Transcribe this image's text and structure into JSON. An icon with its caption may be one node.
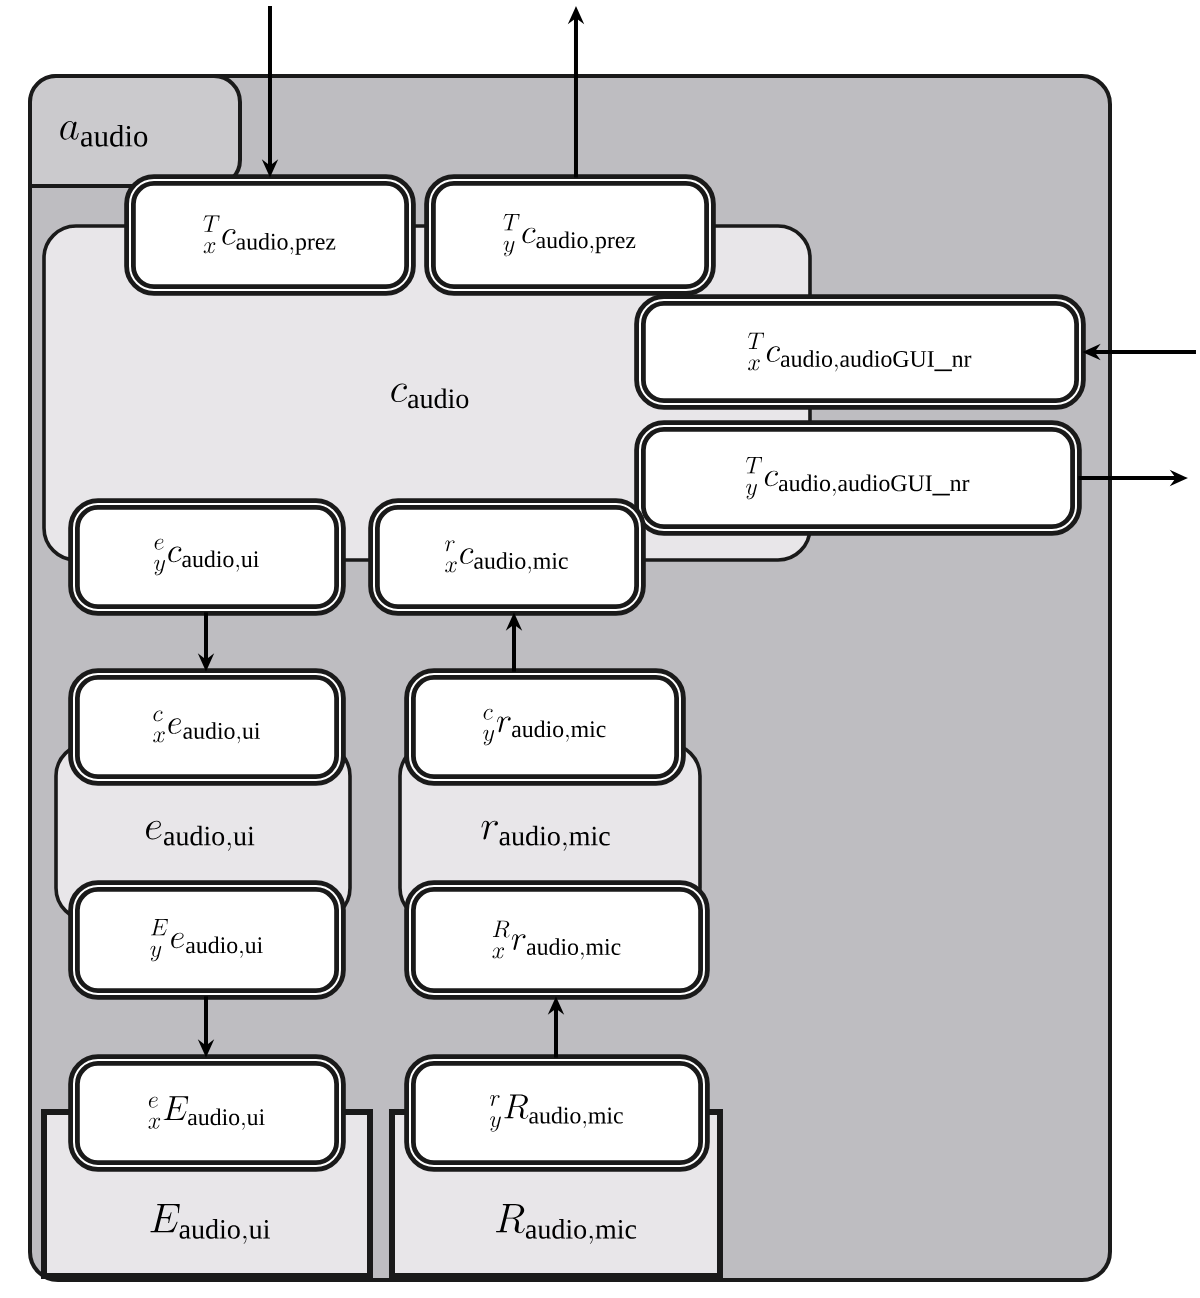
{
  "diagram": {
    "nodes": [
      {
        "text": [
          "a_{\\mathrm{audio}}"
        ]
      },
      {
        "text": [
          "c_{\\mathrm{audio}}"
        ],
        "in": 0
      },
      {
        "text": [
          "{}^{T}_{x}c_{\\mathrm{audio,prez}}"
        ],
        "in": 0
      },
      {
        "text": [
          "{}^{T}_{y}c_{\\mathrm{audio,prez}}"
        ],
        "in": 0
      },
      {
        "text": [
          "{}^{T}_{x}c_{\\mathrm{audio,audioGUI\\_nr}}"
        ],
        "in": 0
      },
      {
        "text": [
          "{}^{T}_{y}c_{\\mathrm{audio,audioGUI\\_nr}}"
        ],
        "in": 0
      },
      {
        "text": [
          "{}^{e}_{y}c_{\\mathrm{audio,ui}}"
        ],
        "in": 0
      },
      {
        "text": [
          "{}^{r}_{x}c_{\\mathrm{audio,mic}}"
        ],
        "in": 0
      },
      {
        "text": [
          "e_{\\mathrm{audio,ui}}"
        ],
        "in": 0
      },
      {
        "text": [
          "{}^{c}_{x}e_{\\mathrm{audio,ui}}"
        ],
        "in": 0
      },
      {
        "text": [
          "{}^{E}_{y}e_{\\mathrm{audio,ui}}"
        ],
        "in": 0
      },
      {
        "text": [
          "r_{\\mathrm{audio,mic}}"
        ],
        "in": 0
      },
      {
        "text": [
          "{}^{c}_{y}r_{\\mathrm{audio,mic}}"
        ],
        "in": 0
      },
      {
        "text": [
          "{}^{R}_{x}r_{\\mathrm{audio,mic}}"
        ],
        "in": 0
      },
      {
        "text": [
          "E_{\\mathrm{audio,ui}}"
        ],
        "in": 0
      },
      {
        "text": [
          "{}^{e}_{x}E_{\\mathrm{audio,ui}}"
        ],
        "in": 0
      },
      {
        "text": [
          "R_{\\mathrm{audio,mic}}"
        ],
        "in": 0
      },
      {
        "text": [
          "{}^{r}_{y}R_{\\mathrm{audio,mic}}"
        ],
        "in": 0
      }
    ],
    "edges": [
      {
        "from": null,
        "to": 2,
        "arrow": "to"
      },
      {
        "from": 3,
        "to": null,
        "arrow": "to"
      },
      {
        "from": null,
        "to": 4,
        "arrow": "to"
      },
      {
        "from": 5,
        "to": null,
        "arrow": "to"
      },
      {
        "from": 6,
        "to": 9,
        "arrow": "to"
      },
      {
        "from": 12,
        "to": 7,
        "arrow": "to"
      },
      {
        "from": 10,
        "to": 15,
        "arrow": "to"
      },
      {
        "from": 17,
        "to": 13,
        "arrow": "to"
      }
    ]
  }
}
